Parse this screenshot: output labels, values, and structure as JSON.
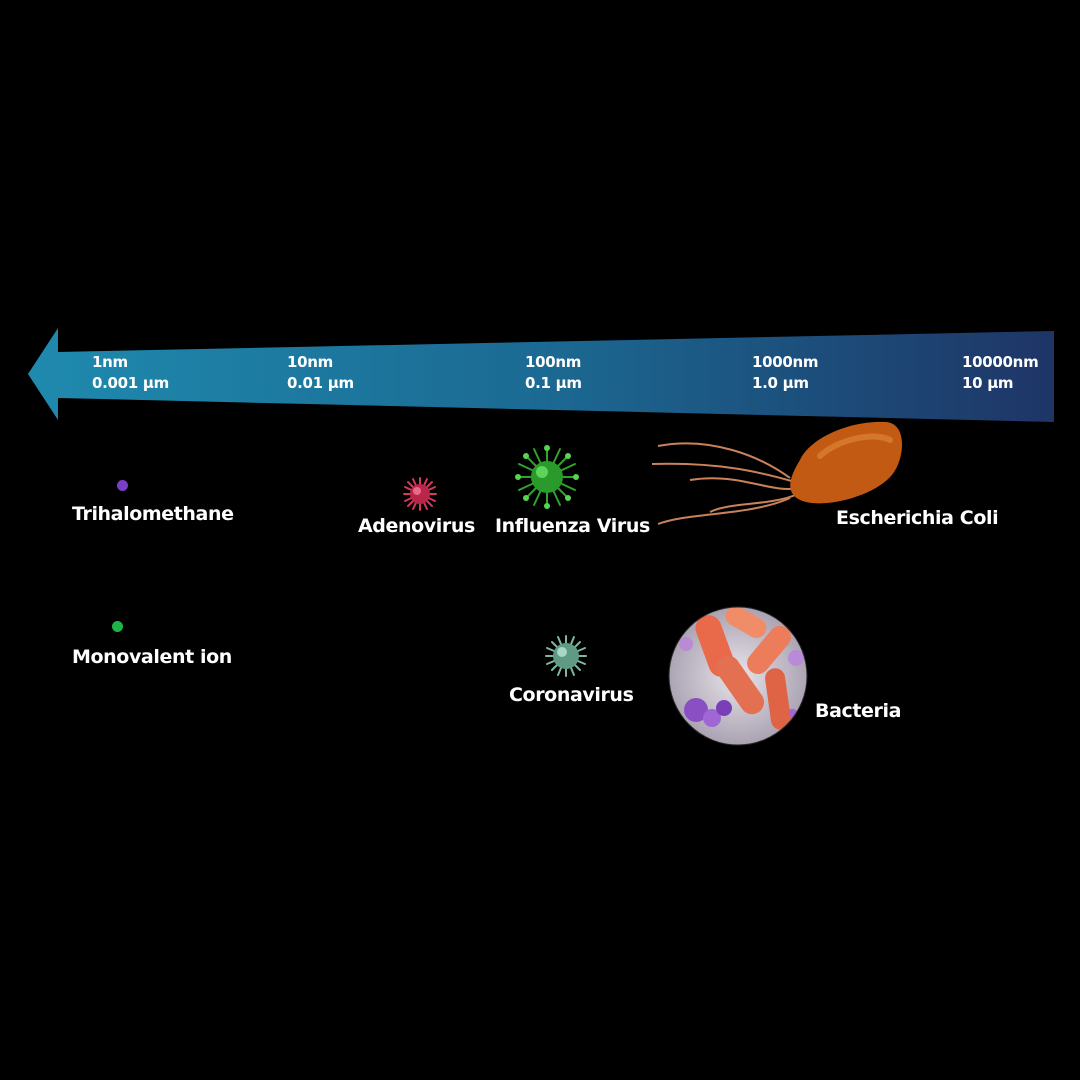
{
  "scale": {
    "ticks": [
      {
        "nm": "1nm",
        "um": "0.001 μm"
      },
      {
        "nm": "10nm",
        "um": "0.01 μm"
      },
      {
        "nm": "100nm",
        "um": "0.1 μm"
      },
      {
        "nm": "1000nm",
        "um": "1.0 μm"
      },
      {
        "nm": "10000nm",
        "um": "10 μm"
      }
    ],
    "gradient_start": "#1f88ab",
    "gradient_end": "#1e3766"
  },
  "items": {
    "trihalomethane": "Trihalomethane",
    "monovalent_ion": "Monovalent ion",
    "adenovirus": "Adenovirus",
    "influenza_virus": "Influenza Virus",
    "escherichia_coli": "Escherichia Coli",
    "coronavirus": "Coronavirus",
    "bacteria": "Bacteria"
  },
  "colors": {
    "trihalomethane_dot": "#7a3fc2",
    "monovalent_ion_dot": "#1fb34a",
    "adenovirus": "#d23a5e",
    "influenza": "#3fbd3a",
    "ecoli": "#c25a14",
    "coronavirus": "#7fb8a0"
  },
  "icons": {
    "adenovirus": "virus-icon",
    "influenza": "virus-icon",
    "coronavirus": "virus-icon",
    "ecoli": "bacterium-icon",
    "bacteria": "bacteria-cluster-icon"
  }
}
